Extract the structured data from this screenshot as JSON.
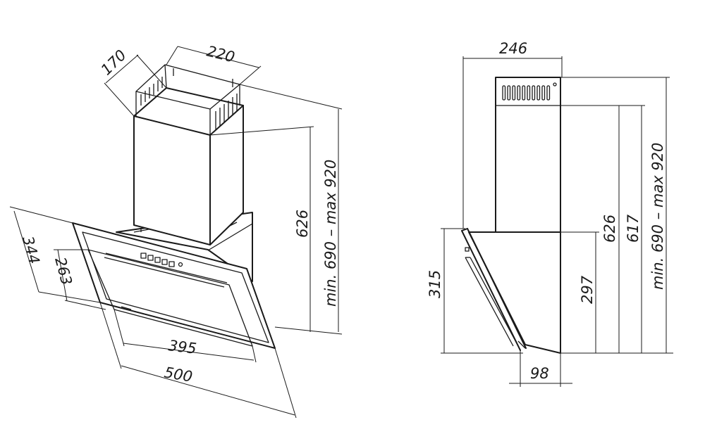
{
  "front_view": {
    "chimney_depth_label": "170",
    "chimney_width_label": "220",
    "chimney_height_label": "626",
    "total_height_label": "min. 690 – max 920",
    "depth_outer_label": "344",
    "depth_inner_label": "263",
    "glass_width_label": "395",
    "hood_width_label": "500"
  },
  "side_view": {
    "total_depth_label": "246",
    "chimney_height_label": "626",
    "chimney_upper_label": "617",
    "total_height_label": "min. 690 – max 920",
    "canopy_height_label": "315",
    "body_height_label": "297",
    "bottom_depth_label": "98"
  }
}
